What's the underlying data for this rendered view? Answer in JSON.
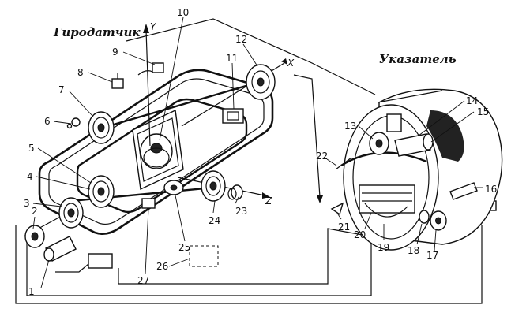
{
  "titles": {
    "gyro_sensor": "Гиродатчик",
    "indicator": "Указатель"
  },
  "axes": {
    "y": "Y",
    "x": "X",
    "z": "Z"
  },
  "callouts": [
    "1",
    "2",
    "3",
    "4",
    "5",
    "6",
    "7",
    "8",
    "9",
    "10",
    "11",
    "12",
    "13",
    "14",
    "15",
    "16",
    "17",
    "18",
    "19",
    "20",
    "21",
    "22",
    "23",
    "24",
    "25",
    "26",
    "27"
  ]
}
